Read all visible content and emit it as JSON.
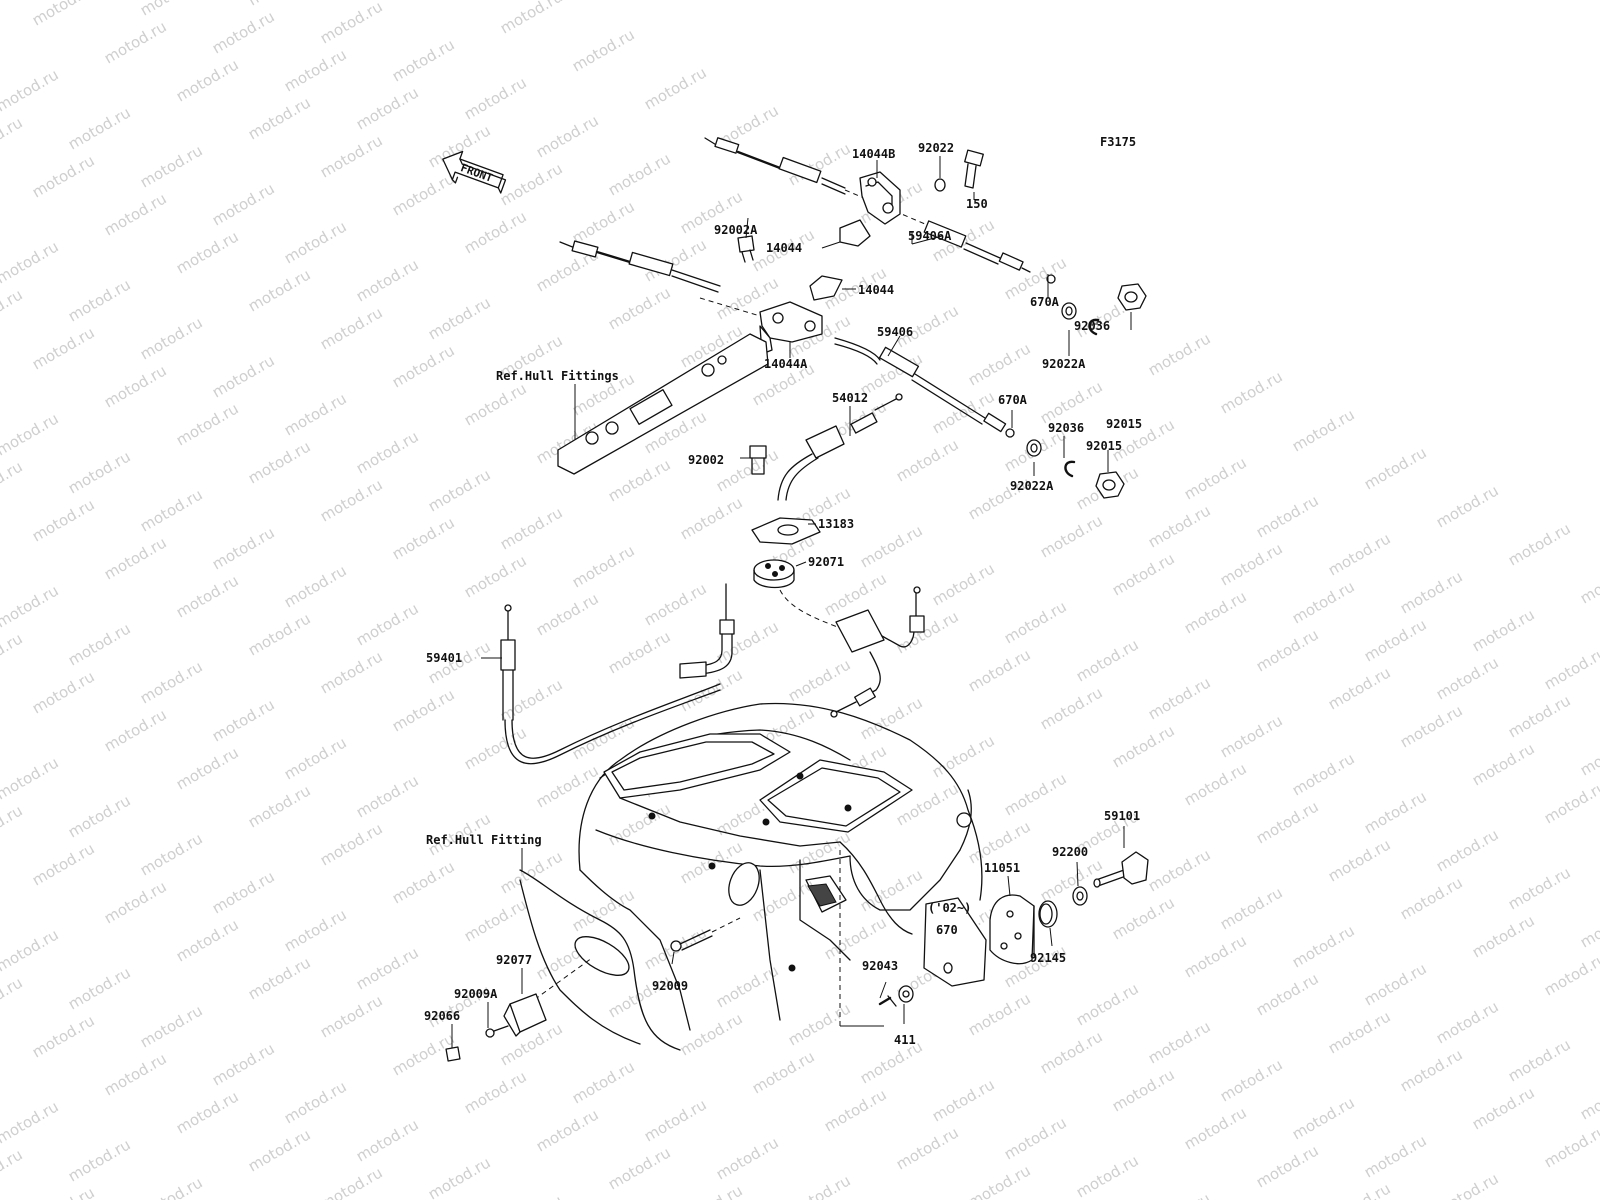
{
  "figure_code": "F3175",
  "watermark": "motod.ru",
  "front_label": "FRONT",
  "parts": {
    "p14044B": "14044B",
    "p92022": "92022",
    "p150": "150",
    "p92002A": "92002A",
    "p14044_a": "14044",
    "p14044_b": "14044",
    "p59406A": "59406A",
    "p14044A": "14044A",
    "p670A_a": "670A",
    "p92036_a": "92036",
    "p59406": "59406",
    "p92022A_a": "92022A",
    "p92015_a": "92015",
    "p54012": "54012",
    "p670A_b": "670A",
    "p92036_b": "92036",
    "p92015_b": "92015",
    "p92002": "92002",
    "p92022A_b": "92022A",
    "p13183": "13183",
    "p92071": "92071",
    "p59401": "59401",
    "p59101": "59101",
    "p92200": "92200",
    "p11051": "11051",
    "p670": "670",
    "p92145": "92145",
    "p92043": "92043",
    "p411": "411",
    "p92077": "92077",
    "p92009A": "92009A",
    "p92066": "92066",
    "p92009": "92009"
  },
  "refs": {
    "hull_fittings": "Ref.Hull Fittings",
    "hull_fitting": "Ref.Hull Fitting"
  },
  "model_note": "('02~)"
}
